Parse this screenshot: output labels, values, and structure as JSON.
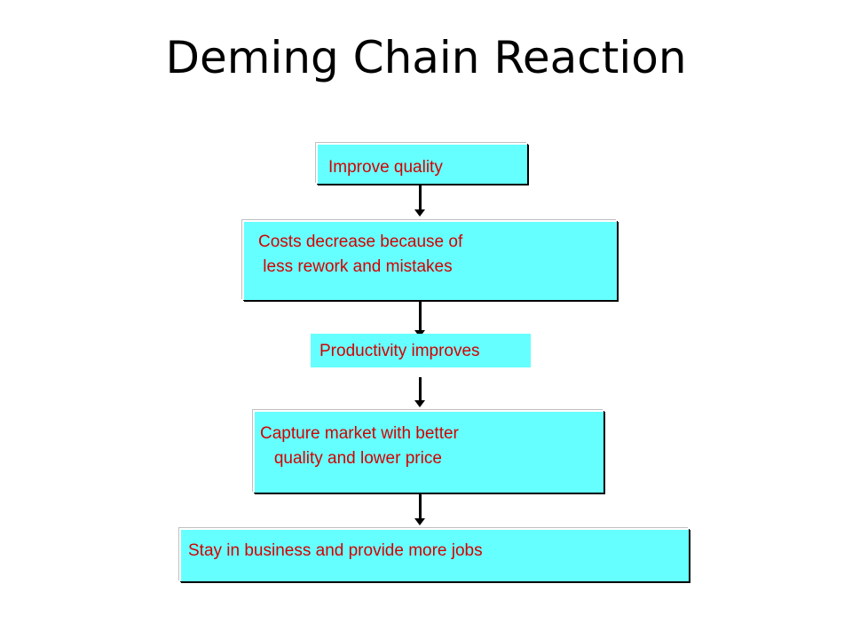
{
  "title": "Deming Chain Reaction",
  "steps": [
    {
      "lines": [
        "Improve quality"
      ]
    },
    {
      "lines": [
        "Costs decrease because of",
        " less rework and mistakes"
      ]
    },
    {
      "lines": [
        "Productivity improves"
      ]
    },
    {
      "lines": [
        "Capture market with better",
        "   quality and lower price"
      ]
    },
    {
      "lines": [
        "Stay in business and provide more jobs"
      ]
    }
  ],
  "colors": {
    "box_fill": "#66ffff",
    "text": "#d40000",
    "arrow": "#000000"
  }
}
